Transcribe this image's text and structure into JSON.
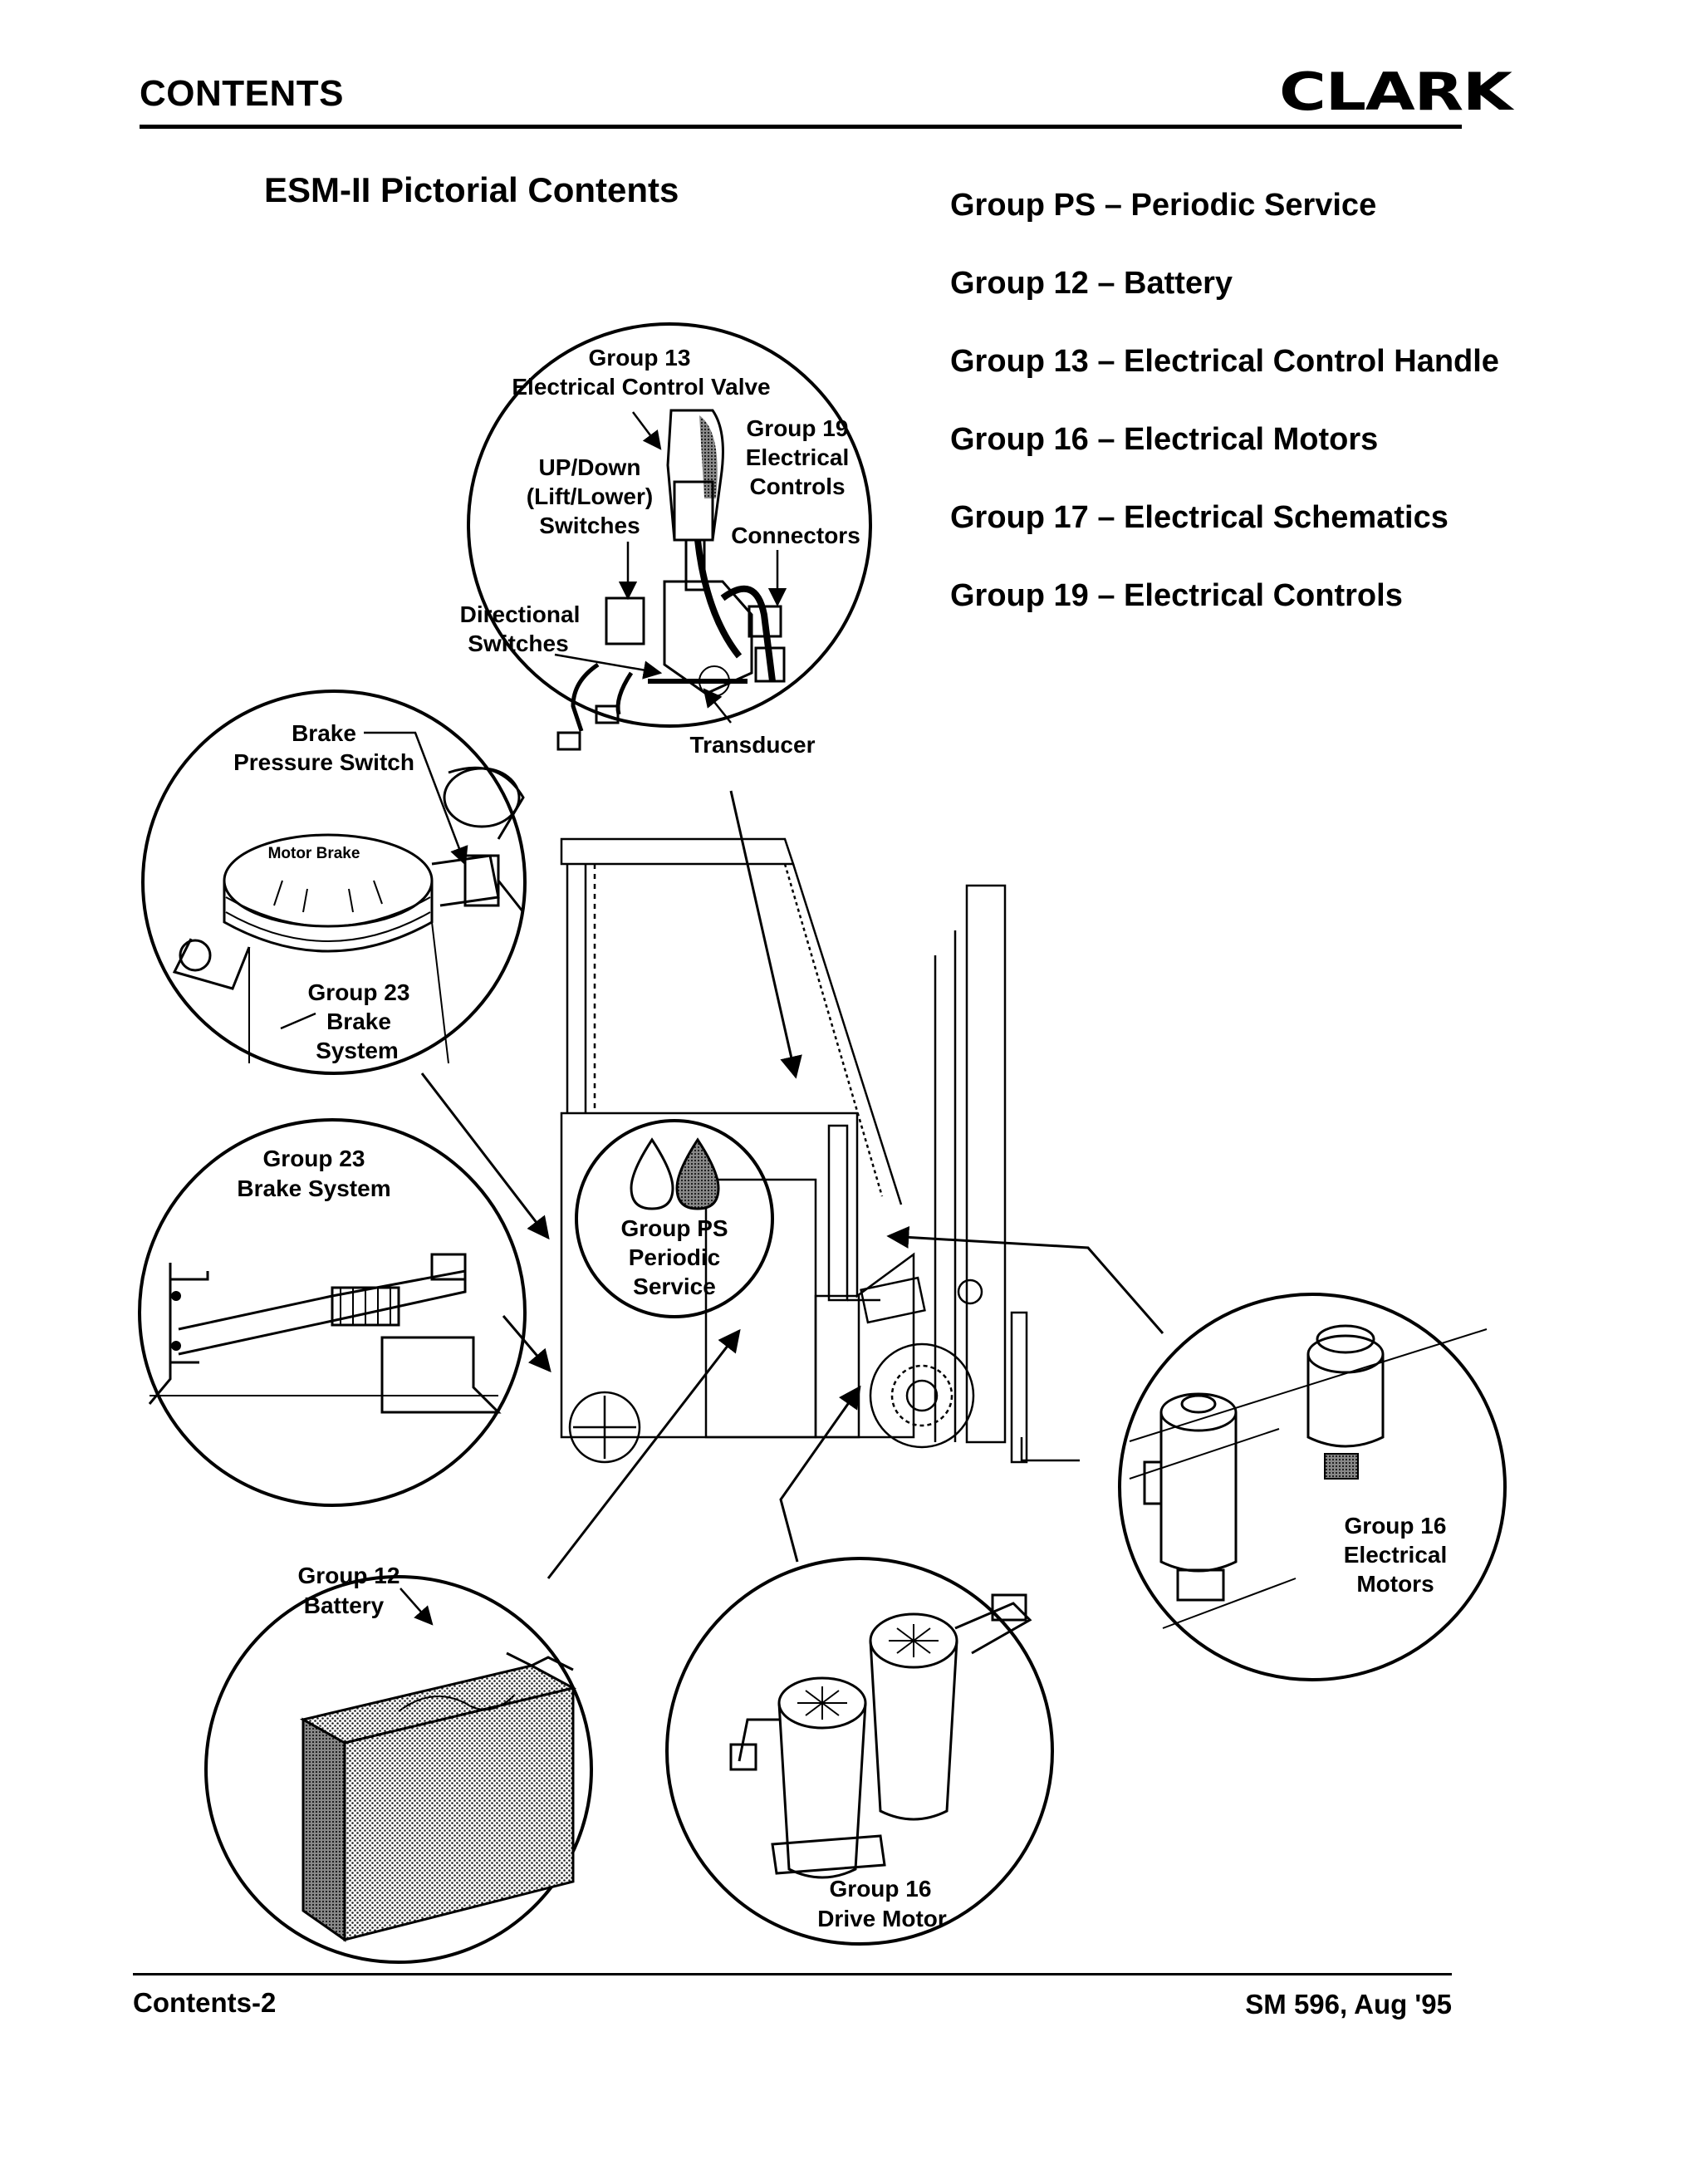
{
  "header": {
    "title": "CONTENTS",
    "logo_text": "CLARK"
  },
  "section_title": "ESM-II Pictorial Contents",
  "contents_list": [
    "Group PS – Periodic Service",
    "Group 12 – Battery",
    "Group 13 – Electrical Control Handle",
    "Group 16 – Electrical Motors",
    "Group 17 – Electrical Schematics",
    "Group 19 – Electrical Controls"
  ],
  "figure": {
    "control_callout": {
      "group13_line1": "Group 13",
      "group13_line2": "Electrical Control Valve",
      "group19_line1": "Group 19",
      "group19_line2": "Electrical",
      "group19_line3": "Controls",
      "updown_line1": "UP/Down",
      "updown_line2": "(Lift/Lower)",
      "updown_line3": "Switches",
      "connectors": "Connectors",
      "directional_line1": "Directional",
      "directional_line2": "Switches",
      "transducer": "Transducer"
    },
    "brake_switch_callout": {
      "brake_line1": "Brake",
      "brake_line2": "Pressure Switch",
      "motor_brake": "Motor Brake",
      "group23_line1": "Group 23",
      "group23_line2": "Brake",
      "group23_line3": "System"
    },
    "brake_system_callout": {
      "line1": "Group 23",
      "line2": "Brake System"
    },
    "periodic_callout": {
      "line1": "Group PS",
      "line2": "Periodic",
      "line3": "Service"
    },
    "electrical_motors_callout": {
      "line1": "Group 16",
      "line2": "Electrical",
      "line3": "Motors"
    },
    "battery_callout": {
      "line1": "Group 12",
      "line2": "Battery"
    },
    "drive_motor_callout": {
      "line1": "Group 16",
      "line2": "Drive Motor"
    }
  },
  "footer": {
    "left": "Contents-2",
    "right": "SM 596, Aug '95"
  }
}
